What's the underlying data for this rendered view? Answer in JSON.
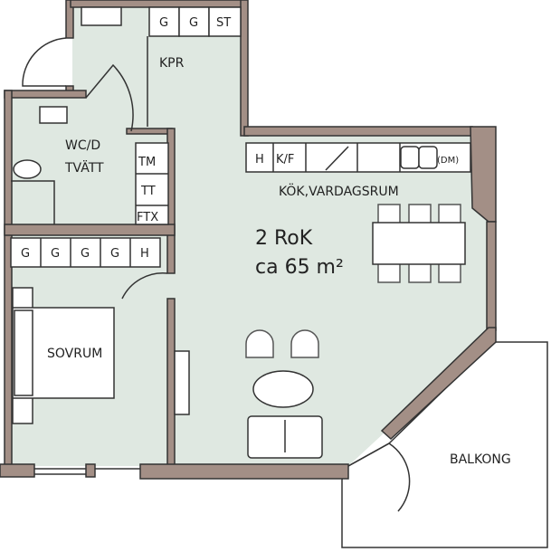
{
  "plan": {
    "summary_type": "2 RoK",
    "summary_area": "ca 65 m²",
    "rooms": {
      "hall": "KPR",
      "bathroom_line1": "WC/D",
      "bathroom_line2": "TVÄTT",
      "kitchen_living": "KÖK,VARDAGSRUM",
      "bedroom": "SOVRUM",
      "balcony": "BALKONG"
    },
    "hall_storage": [
      "G",
      "G",
      "ST"
    ],
    "bath_units": [
      "TM",
      "TT",
      "FTX"
    ],
    "bedroom_wardrobes": [
      "G",
      "G",
      "G",
      "G",
      "H"
    ],
    "kitchen_units": [
      "H",
      "K/F",
      "(DM)"
    ]
  },
  "colors": {
    "floor": "#dfe8e1",
    "wall": "#a38f86"
  }
}
